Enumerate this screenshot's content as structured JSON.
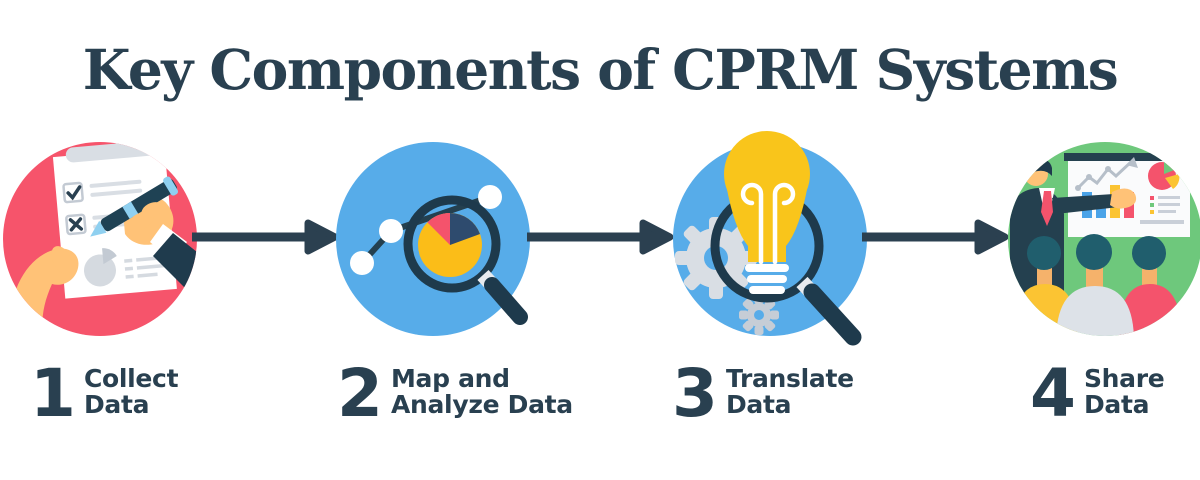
{
  "title": "Key Components of CPRM Systems",
  "steps": [
    {
      "number": "1",
      "label_line1": "Collect",
      "label_line2": "Data",
      "icon": "clipboard-checklist-icon",
      "circle_color": "#F6546B"
    },
    {
      "number": "2",
      "label_line1": "Map and",
      "label_line2": "Analyze Data",
      "icon": "magnifier-pie-chart-icon",
      "circle_color": "#57ACE9"
    },
    {
      "number": "3",
      "label_line1": "Translate",
      "label_line2": "Data",
      "icon": "lightbulb-gears-magnifier-icon",
      "circle_color": "#57ACE9"
    },
    {
      "number": "4",
      "label_line1": "Share",
      "label_line2": "Data",
      "icon": "presentation-audience-icon",
      "circle_color": "#6EC87C"
    }
  ],
  "colors": {
    "text": "#294050",
    "arrow": "#2B4050",
    "circle_red": "#F6546B",
    "circle_blue": "#57ACE9",
    "circle_green": "#6EC87C",
    "accent_yellow": "#FBC433",
    "pie_yellow": "#FBBD18",
    "accent_navy": "#1E3A4C",
    "accent_red": "#F4536C",
    "skin": "#FFC277",
    "light_gray": "#D9DEE4"
  }
}
